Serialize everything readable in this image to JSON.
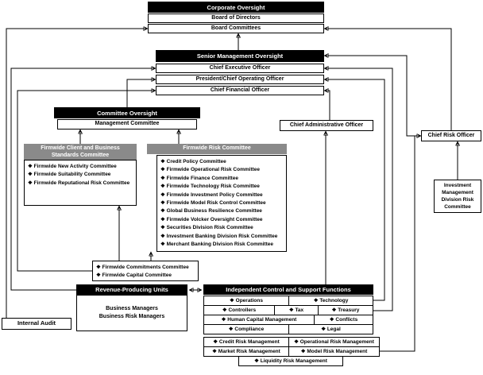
{
  "colors": {
    "header_black": "#000000",
    "header_gray": "#8a8a8a",
    "line": "#000000",
    "background": "#ffffff"
  },
  "corporate": {
    "title": "Corporate Oversight",
    "rows": [
      "Board of Directors",
      "Board Committees"
    ]
  },
  "senior": {
    "title": "Senior Management Oversight",
    "rows": [
      "Chief Executive Officer",
      "President/Chief Operating Officer",
      "Chief Financial Officer"
    ]
  },
  "committee": {
    "title": "Committee Oversight",
    "row": "Management Committee"
  },
  "cao": {
    "label": "Chief Administrative Officer"
  },
  "cro": {
    "label": "Chief Risk Officer"
  },
  "fcbsc": {
    "title": "Firmwide Client and Business Standards Committee",
    "items": [
      "❖ Firmwide New Activity Committee",
      "❖ Firmwide Suitability Committee",
      "❖ Firmwide Reputational Risk Committee"
    ]
  },
  "frc": {
    "title": "Firmwide Risk Committee",
    "items": [
      "❖ Credit Policy Committee",
      "❖ Firmwide Operational Risk Committee",
      "❖ Firmwide Finance Committee",
      "❖ Firmwide Technology Risk Committee",
      "❖ Firmwide Investment Policy Committee",
      "❖ Firmwide Model Risk Control Committee",
      "❖ Global Business Resilience Committee",
      "❖ Firmwide Volcker Oversight Committee",
      "❖ Securities Division Risk Committee",
      "❖ Investment Banking Division Risk Committee",
      "❖ Merchant Banking Division Risk Committee"
    ]
  },
  "imd": {
    "label": "Investment Management Division Risk Committee"
  },
  "commitments": {
    "items": [
      "❖ Firmwide Commitments Committee",
      "❖ Firmwide Capital Committee"
    ]
  },
  "rpu": {
    "title": "Revenue-Producing Units",
    "lines": [
      "Business Managers",
      "Business Risk Managers"
    ]
  },
  "icsf": {
    "title": "Independent Control and Support Functions",
    "row1": [
      "❖ Operations",
      "❖ Technology"
    ],
    "row2": [
      "❖ Controllers",
      "❖ Tax",
      "❖ Treasury"
    ],
    "row3": [
      "❖ Human Capital Management",
      "❖ Conflicts"
    ],
    "row4": [
      "❖ Compliance",
      "❖ Legal"
    ],
    "row5": [
      "❖ Credit Risk Management",
      "❖ Operational Risk Management"
    ],
    "row6": [
      "❖ Market Risk Management",
      "❖ Model Risk Management"
    ],
    "row7": [
      "❖ Liquidity Risk Management"
    ]
  },
  "internal_audit": {
    "label": "Internal Audit"
  }
}
